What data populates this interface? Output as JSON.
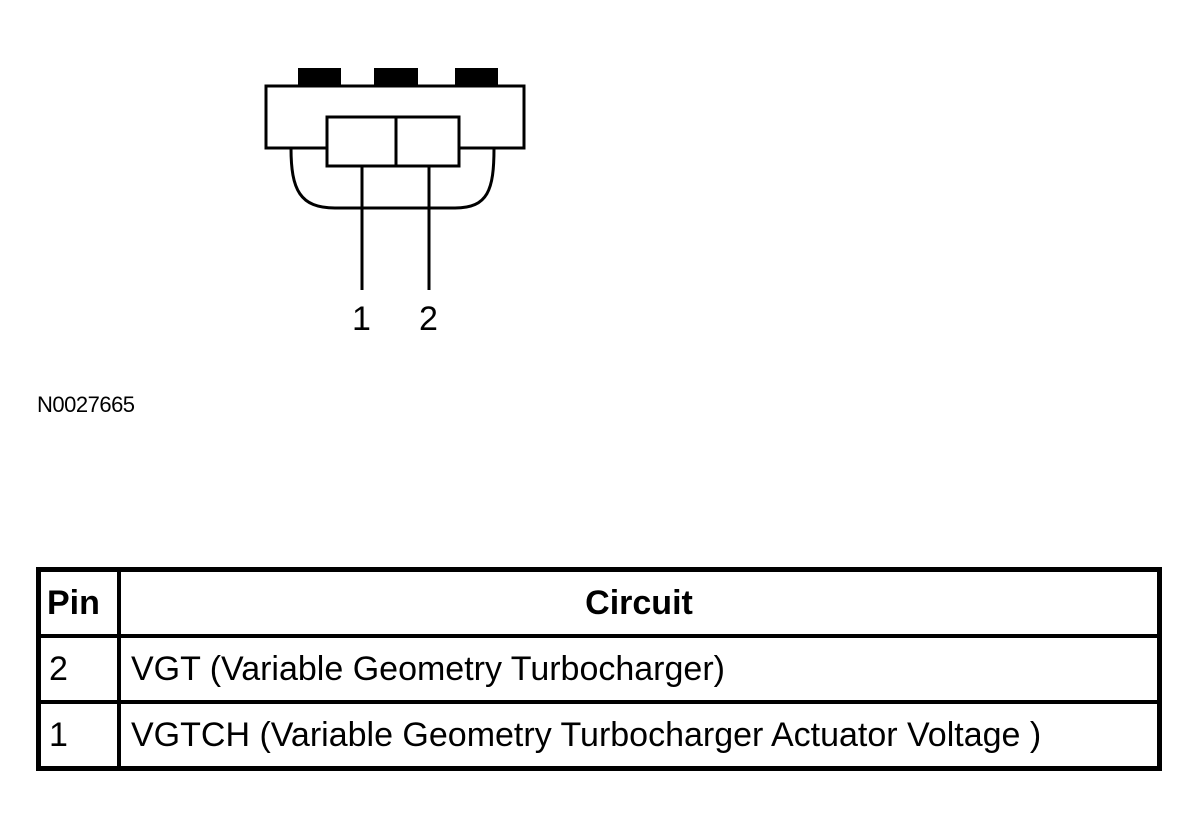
{
  "connector": {
    "pin_labels": [
      "1",
      "2"
    ]
  },
  "reference_code": "N0027665",
  "table": {
    "headers": {
      "pin": "Pin",
      "circuit": "Circuit"
    },
    "rows": [
      {
        "pin": "2",
        "circuit": "VGT (Variable Geometry Turbocharger)"
      },
      {
        "pin": "1",
        "circuit": "VGTCH (Variable Geometry Turbocharger Actuator Voltage )"
      }
    ]
  }
}
